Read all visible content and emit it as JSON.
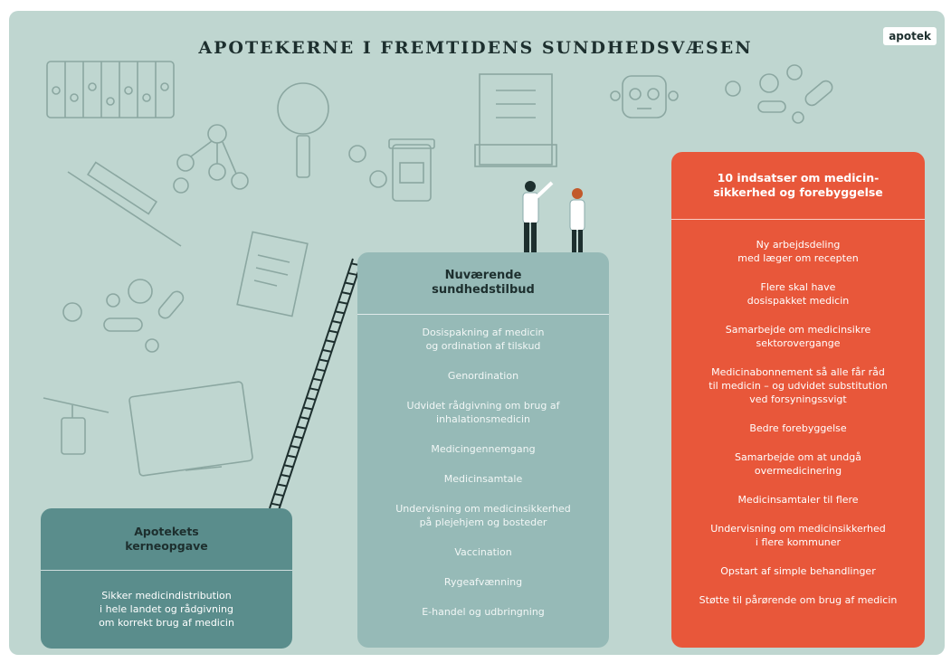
{
  "title": "APOTEKERNE I FREMTIDENS SUNDHEDSVÆSEN",
  "logo": "apotek",
  "colors": {
    "background": "#bfd6d0",
    "core_box": "#5a8d8c",
    "current_box": "#96bab7",
    "initiatives_box": "#e8573a"
  },
  "kerneopgave": {
    "heading": "Apotekets\nkerneopgave",
    "text": "Sikker medicindistribution\ni hele landet og rådgivning\nom korrekt brug af medicin"
  },
  "nuvaerende": {
    "heading": "Nuværende\nsundhedstilbud",
    "items": [
      "Dosispakning af medicin\nog ordination af tilskud",
      "Genordination",
      "Udvidet rådgivning om brug af\ninhalationsmedicin",
      "Medicingennemgang",
      "Medicinsamtale",
      "Undervisning om medicinsikkerhed\npå plejehjem og bosteder",
      "Vaccination",
      "Rygeafvænning",
      "E-handel og udbringning"
    ]
  },
  "indsatser": {
    "heading": "10 indsatser om medicin-\nsikkerhed og forebyggelse",
    "items": [
      "Ny arbejdsdeling\nmed læger om recepten",
      "Flere skal have\ndosispakket medicin",
      "Samarbejde om medicinsikre\nsektorovergange",
      "Medicinabonnement så alle får råd\ntil medicin – og udvidet substitution\nved forsyningssvigt",
      "Bedre forebyggelse",
      "Samarbejde om at undgå\novermedicinering",
      "Medicinsamtaler til flere",
      "Undervisning om medicinsikkerhed\ni flere kommuner",
      "Opstart af simple behandlinger",
      "Støtte til pårørende om brug af medicin"
    ]
  },
  "icons": [
    "pill-organizer-icon",
    "molecule-icon",
    "magnifier-icon",
    "syringe-icon",
    "pills-icon",
    "medicine-jar-icon",
    "hospital-icon",
    "robot-icon",
    "prescription-icon",
    "drone-icon",
    "monitor-icon",
    "ladder-icon",
    "pharmacists-icon"
  ]
}
